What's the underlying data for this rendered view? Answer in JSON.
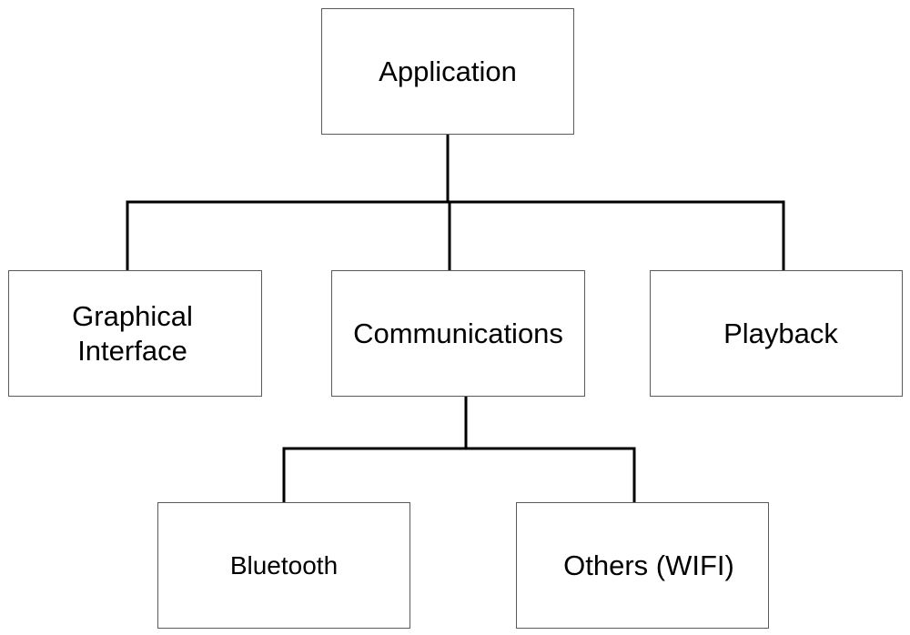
{
  "diagram": {
    "root": {
      "label": "Application"
    },
    "level1": [
      {
        "label": "Graphical\nInterface"
      },
      {
        "label": "Communications"
      },
      {
        "label": "Playback"
      }
    ],
    "level2": [
      {
        "label": "Bluetooth"
      },
      {
        "label": "Others (WIFI)"
      }
    ]
  }
}
